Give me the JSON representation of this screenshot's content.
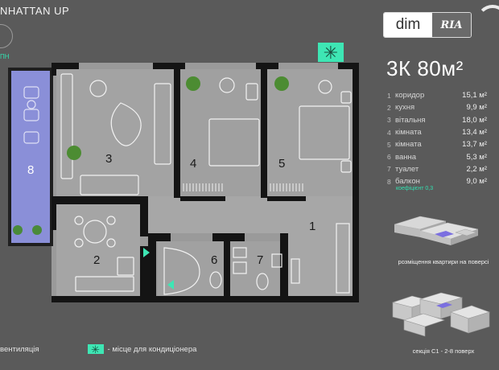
{
  "brand": {
    "title": "NHATTAN UP",
    "logo_sub": "ПН"
  },
  "dimria": {
    "dim": "dim",
    "ria": "RIA"
  },
  "ac_marker_symbol": "✳",
  "apartment": {
    "title": "3К 80м²"
  },
  "rooms": [
    {
      "num": "1",
      "name": "коридор",
      "area": "15,1 м²"
    },
    {
      "num": "2",
      "name": "кухня",
      "area": "9,9 м²"
    },
    {
      "num": "3",
      "name": "вітальня",
      "area": "18,0 м²"
    },
    {
      "num": "4",
      "name": "кімната",
      "area": "13,4 м²"
    },
    {
      "num": "5",
      "name": "кімната",
      "area": "13,7 м²"
    },
    {
      "num": "6",
      "name": "ванна",
      "area": "5,3 м²"
    },
    {
      "num": "7",
      "name": "туалет",
      "area": "2,2 м²"
    },
    {
      "num": "8",
      "name": "балкон",
      "area": "9,0 м²"
    }
  ],
  "balcony_note": "коефіцієнт 0,3",
  "plan_labels": [
    "1",
    "2",
    "3",
    "4",
    "5",
    "6",
    "7",
    "8"
  ],
  "captions": {
    "floor_position": "розміщення квартири на поверсі",
    "section": "секція С1 - 2-8 поверх"
  },
  "footer": {
    "ventilation": "вентиляція",
    "ac_place": "- місце для кондиціонера"
  },
  "colors": {
    "background": "#5a5a5a",
    "accent": "#3ee6b4",
    "balcony": "#8a8fd8",
    "highlight": "#7b6fe0"
  }
}
